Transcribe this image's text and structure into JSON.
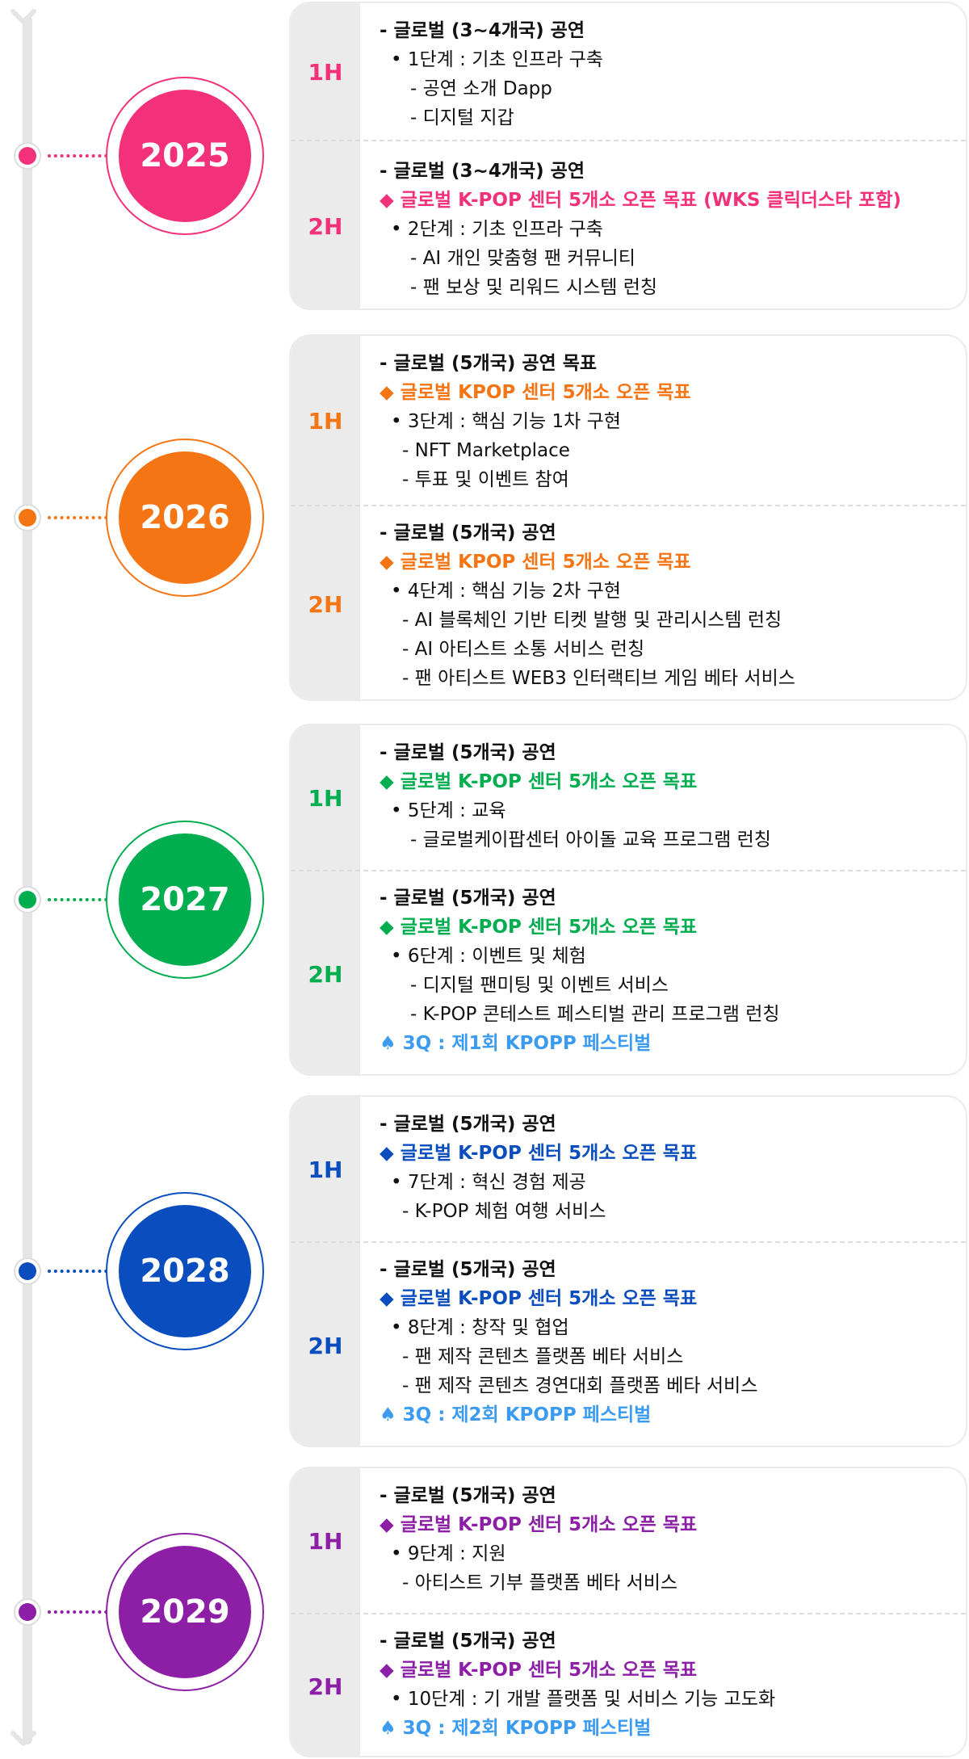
{
  "colors": {
    "2025": "#f2317a",
    "2026": "#f57514",
    "2027": "#00ad4f",
    "2028": "#0a4dbe",
    "2029": "#8c1fa6",
    "festival": "#3b9bf0",
    "timeline": "#e5e5e5",
    "card_border": "#ebebeb"
  },
  "icons": {
    "arrow": "chevron-down-icon",
    "target": "diamond-icon",
    "festival": "spade-icon"
  },
  "years": [
    {
      "year": "2025",
      "h1": {
        "label": "1H",
        "lines": [
          "- 글로벌 (3~4개국) 공연",
          "• 1단계 : 기초 인프라 구축",
          "- 공연 소개 Dapp",
          "- 디지털 지갑"
        ]
      },
      "h2": {
        "label": "2H",
        "lines": [
          "- 글로벌 (3~4개국) 공연",
          "◆ 글로벌 K-POP 센터 5개소 오픈 목표 (WKS 클릭더스타 포함)",
          "• 2단계 : 기초 인프라 구축",
          "- AI 개인 맞춤형 팬 커뮤니티",
          "- 팬 보상 및 리워드 시스템 런칭"
        ]
      }
    },
    {
      "year": "2026",
      "h1": {
        "label": "1H",
        "lines": [
          "- 글로벌 (5개국) 공연 목표",
          "◆ 글로벌 KPOP 센터 5개소 오픈 목표",
          "• 3단계 : 핵심 기능 1차 구현",
          "- NFT Marketplace",
          "- 투표 및 이벤트 참여"
        ]
      },
      "h2": {
        "label": "2H",
        "lines": [
          "- 글로벌 (5개국) 공연",
          "◆ 글로벌 KPOP 센터 5개소 오픈 목표",
          "• 4단계 : 핵심 기능 2차 구현",
          "- AI 블록체인 기반 티켓 발행 및 관리시스템 런칭",
          "- AI 아티스트 소통 서비스 런칭",
          "- 팬 아티스트 WEB3 인터랙티브 게임 베타 서비스"
        ]
      }
    },
    {
      "year": "2027",
      "h1": {
        "label": "1H",
        "lines": [
          "- 글로벌 (5개국) 공연",
          "◆ 글로벌 K-POP 센터 5개소 오픈 목표",
          "• 5단계 : 교육",
          "- 글로벌케이팝센터 아이돌 교육 프로그램 런칭"
        ]
      },
      "h2": {
        "label": "2H",
        "lines": [
          "- 글로벌 (5개국) 공연",
          "◆ 글로벌 K-POP 센터 5개소 오픈 목표",
          "• 6단계 : 이벤트 및 체험",
          "- 디지털 팬미팅 및 이벤트 서비스",
          "- K-POP 콘테스트 페스티벌 관리 프로그램 런칭",
          "♠ 3Q : 제1회 KPOPP 페스티벌"
        ]
      }
    },
    {
      "year": "2028",
      "h1": {
        "label": "1H",
        "lines": [
          "- 글로벌 (5개국) 공연",
          "◆ 글로벌 K-POP 센터 5개소 오픈 목표",
          "• 7단계 : 혁신 경험 제공",
          "- K-POP 체험 여행 서비스"
        ]
      },
      "h2": {
        "label": "2H",
        "lines": [
          "- 글로벌 (5개국) 공연",
          "◆ 글로벌 K-POP 센터 5개소 오픈 목표",
          "• 8단계 : 창작 및 협업",
          "- 팬 제작 콘텐츠 플랫폼 베타 서비스",
          "- 팬 제작 콘텐츠 경연대회 플랫폼 베타 서비스",
          "♠ 3Q : 제2회 KPOPP 페스티벌"
        ]
      }
    },
    {
      "year": "2029",
      "h1": {
        "label": "1H",
        "lines": [
          "- 글로벌 (5개국) 공연",
          "◆ 글로벌 K-POP 센터 5개소 오픈 목표",
          "• 9단계 : 지원",
          "- 아티스트 기부 플랫폼 베타 서비스"
        ]
      },
      "h2": {
        "label": "2H",
        "lines": [
          "- 글로벌 (5개국) 공연",
          "◆ 글로벌 K-POP 센터 5개소 오픈 목표",
          "• 10단계 : 기 개발 플랫폼 및 서비스 기능 고도화",
          "♠ 3Q : 제2회 KPOPP 페스티벌"
        ]
      }
    }
  ]
}
